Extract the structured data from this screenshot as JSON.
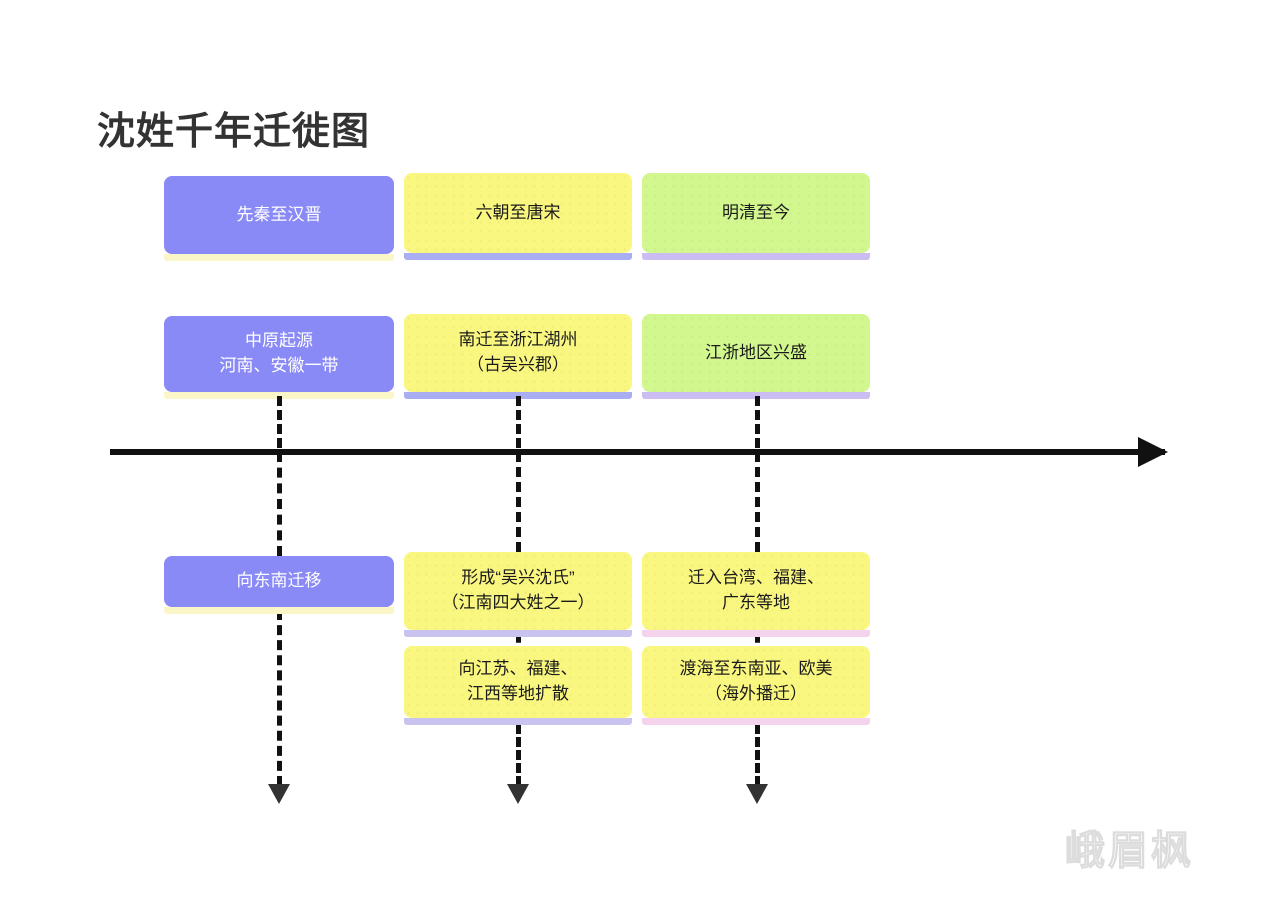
{
  "title": "沈姓千年迁徙图",
  "watermark": "峨眉枫",
  "timeline": {
    "axis_name": "timeline-axis",
    "direction": "left-to-right",
    "arrow": "right-arrowhead"
  },
  "colors": {
    "purple": "#8A8AF7",
    "yellow": "#FAF780",
    "green": "#D2F78E",
    "axis": "#111111",
    "title_text": "#333333",
    "watermark": "#d6d6d6"
  },
  "columns": [
    {
      "id": "col-qin-han",
      "era": "先秦至汉晋",
      "era_color": "purple",
      "above": "中原起源\n河南、安徽一带",
      "above_color": "purple",
      "below": [
        "向东南迁移"
      ],
      "below_color": "purple"
    },
    {
      "id": "col-liuchao-tangsong",
      "era": "六朝至唐宋",
      "era_color": "yellow",
      "above": "南迁至浙江湖州\n（古吴兴郡）",
      "above_color": "yellow",
      "below": [
        "形成“吴兴沈氏”\n（江南四大姓之一）",
        "向江苏、福建、\n江西等地扩散"
      ],
      "below_color": "yellow"
    },
    {
      "id": "col-ming-qing-now",
      "era": "明清至今",
      "era_color": "green",
      "above": "江浙地区兴盛",
      "above_color": "green",
      "below": [
        "迁入台湾、福建、\n广东等地",
        "渡海至东南亚、欧美\n（海外播迁）"
      ],
      "below_color": "yellow"
    }
  ]
}
